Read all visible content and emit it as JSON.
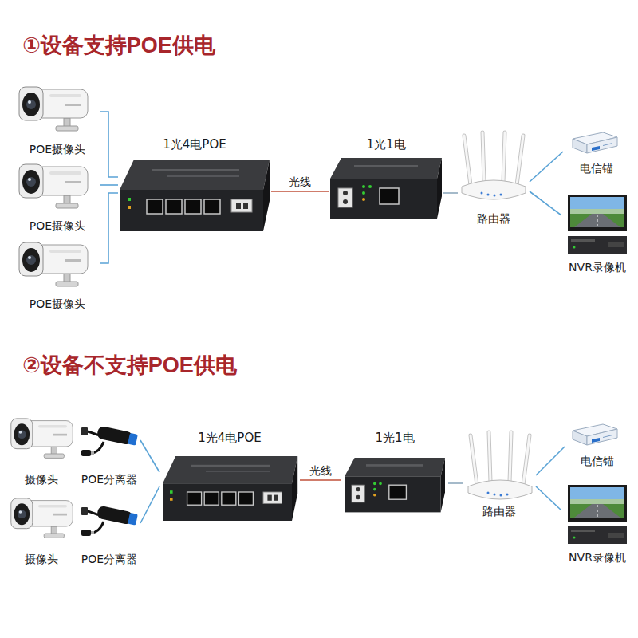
{
  "diagram": {
    "nodes": [
      {
        "text": [
          "POE摄像头"
        ]
      },
      {
        "text": [
          "POE摄像头"
        ]
      },
      {
        "text": [
          "POE摄像头"
        ]
      },
      {
        "text": [
          "1光4电POE"
        ]
      },
      {
        "text": [
          "1光1电"
        ]
      },
      {
        "text": [
          "路由器"
        ]
      },
      {
        "text": [
          "电信锚"
        ]
      },
      {
        "text": [
          "NVR录像机"
        ]
      },
      {
        "text": [
          "摄像头"
        ]
      },
      {
        "text": [
          "POE分离器"
        ]
      },
      {
        "text": [
          "摄像头"
        ]
      },
      {
        "text": [
          "POE分离器"
        ]
      },
      {
        "text": [
          "1光4电POE"
        ]
      },
      {
        "text": [
          "1光1电"
        ]
      },
      {
        "text": [
          "路由器"
        ]
      },
      {
        "text": [
          "电信锚"
        ]
      },
      {
        "text": [
          "NVR录像机"
        ]
      }
    ],
    "edges": [
      {
        "from": 0,
        "to": 3,
        "arrow": "none"
      },
      {
        "from": 1,
        "to": 3,
        "arrow": "none"
      },
      {
        "from": 2,
        "to": 3,
        "arrow": "none"
      },
      {
        "from": 3,
        "to": 4,
        "label": "光线",
        "arrow": "none"
      },
      {
        "from": 4,
        "to": 5,
        "arrow": "none"
      },
      {
        "from": 5,
        "to": 6,
        "arrow": "none"
      },
      {
        "from": 5,
        "to": 7,
        "arrow": "none"
      },
      {
        "from": 9,
        "to": 12,
        "arrow": "none"
      },
      {
        "from": 11,
        "to": 12,
        "arrow": "none"
      },
      {
        "from": 12,
        "to": 13,
        "label": "光线",
        "arrow": "none"
      },
      {
        "from": 13,
        "to": 14,
        "arrow": "none"
      },
      {
        "from": 14,
        "to": 15,
        "arrow": "none"
      },
      {
        "from": 14,
        "to": 16,
        "arrow": "none"
      }
    ],
    "labels": [
      "①设备支持POE供电",
      "②设备不支持POE供电"
    ]
  }
}
